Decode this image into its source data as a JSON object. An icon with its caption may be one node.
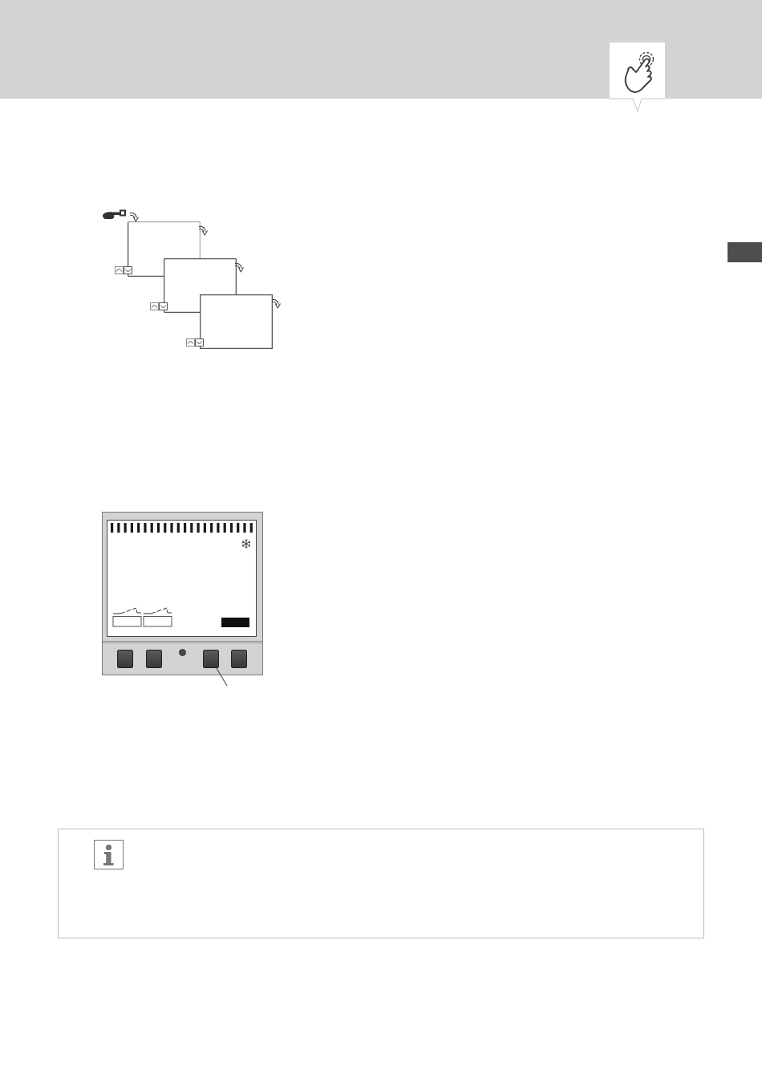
{
  "diagram": {
    "nodes": [
      {
        "text": [],
        "shape": "box"
      },
      {
        "text": [],
        "shape": "box"
      },
      {
        "text": [],
        "shape": "box"
      },
      {
        "text": [],
        "shape": "box"
      },
      {
        "text": [],
        "shape": "box",
        "in": 3
      },
      {
        "text": [],
        "shape": "box",
        "in": 3
      },
      {
        "text": [],
        "shape": "box",
        "in": 3
      },
      {
        "text": [],
        "shape": "box",
        "in": 3
      }
    ],
    "edges": [
      {
        "from": null,
        "to": 6,
        "arrow": "none"
      }
    ]
  }
}
